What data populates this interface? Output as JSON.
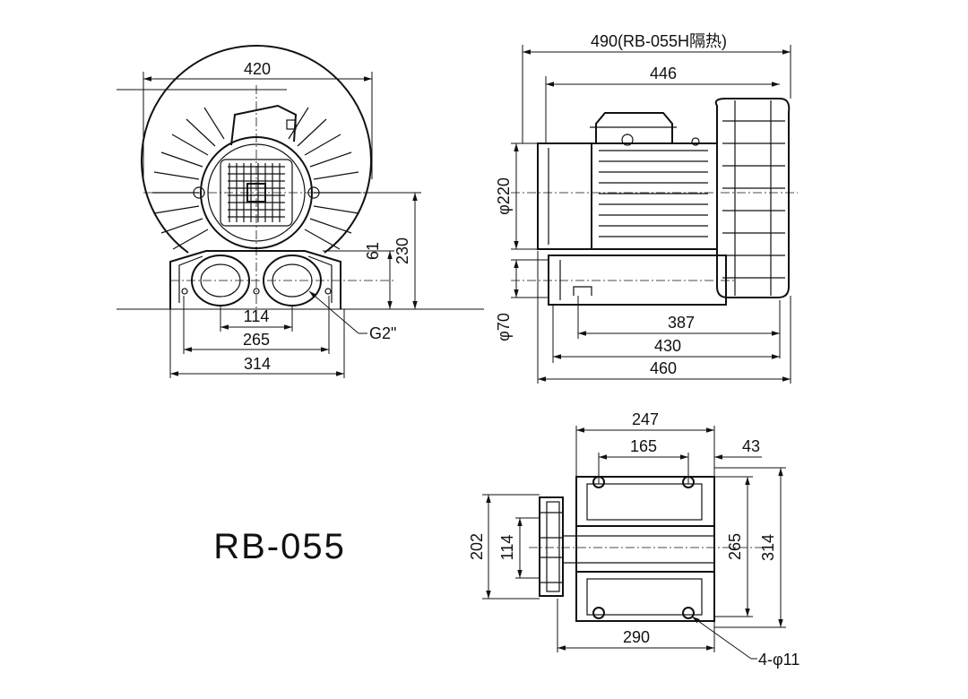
{
  "model": "RB-055",
  "front_view": {
    "width_overall": "420",
    "outlet_height": "61",
    "total_height": "230",
    "port_spacing": "114",
    "foot_inner": "265",
    "foot_outer": "314",
    "port_thread": "G2\""
  },
  "side_view": {
    "length_insulated": "490(RB-055H隔热)",
    "length_body": "446",
    "motor_diameter": "φ220",
    "port_diameter": "φ70",
    "base_387": "387",
    "base_430": "430",
    "base_460": "460"
  },
  "base_view": {
    "width_247": "247",
    "hole_spacing_165": "165",
    "offset_43": "43",
    "depth_202": "202",
    "port_spacing_114": "114",
    "hole_spacing_265": "265",
    "overall_314": "314",
    "length_290": "290",
    "holes": "4-φ11"
  }
}
